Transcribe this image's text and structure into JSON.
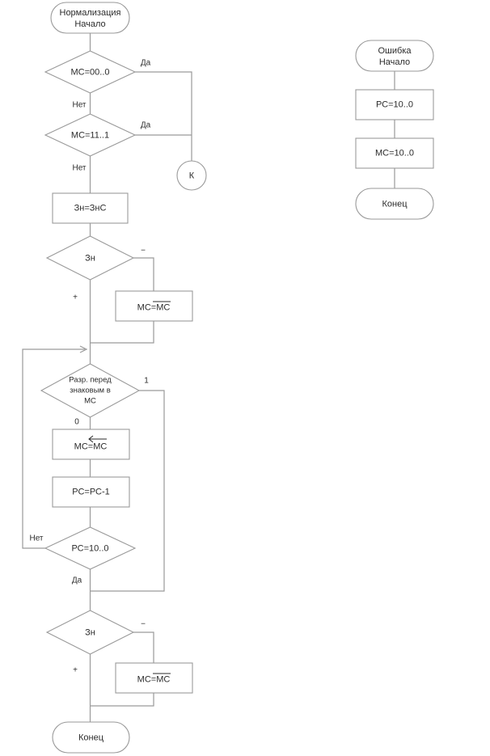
{
  "diagram": {
    "title": "Нормализация",
    "type": "flowchart",
    "language": "ru",
    "colors": {
      "background": "#ffffff",
      "stroke": "#9a9a9a",
      "text": "#2b2b2b"
    }
  },
  "main_flow": {
    "start": {
      "line1": "Нормализация",
      "line2": "Начало"
    },
    "decision_mc_zeros": {
      "label": "МС=00..0",
      "yes": "Да",
      "no": "Нет"
    },
    "decision_mc_ones": {
      "label": "МС=11..1",
      "yes": "Да",
      "no": "Нет"
    },
    "connector_k": {
      "label": "К"
    },
    "process_zn": {
      "label": "Зн=ЗнС"
    },
    "decision_zn_upper": {
      "label": "Зн",
      "minus": "−",
      "plus": "+"
    },
    "process_mc_invert_upper": {
      "lhs": "МС=",
      "rhs": "МС",
      "overline": true
    },
    "decision_razr": {
      "line1": "Разр. перед",
      "line2": "знаковым в",
      "line3": "МС",
      "one": "1",
      "zero": "0"
    },
    "process_mc_shift": {
      "lhs": "МС=",
      "rhs": "МС",
      "shift_arrow": "←"
    },
    "process_pc_dec": {
      "label": "РС=РС-1"
    },
    "decision_pc_zeros": {
      "label": "РС=10..0",
      "no": "Нет",
      "yes": "Да"
    },
    "decision_zn_lower": {
      "label": "Зн",
      "minus": "−",
      "plus": "+"
    },
    "process_mc_invert_lower": {
      "lhs": "МС=",
      "rhs": "МС",
      "overline": true
    },
    "end": {
      "label": "Конец"
    }
  },
  "error_flow": {
    "start": {
      "line1": "Ошибка",
      "line2": "Начало"
    },
    "process_pc": {
      "label": "РС=10..0"
    },
    "process_mc": {
      "label": "МС=10..0"
    },
    "end": {
      "label": "Конец"
    }
  }
}
